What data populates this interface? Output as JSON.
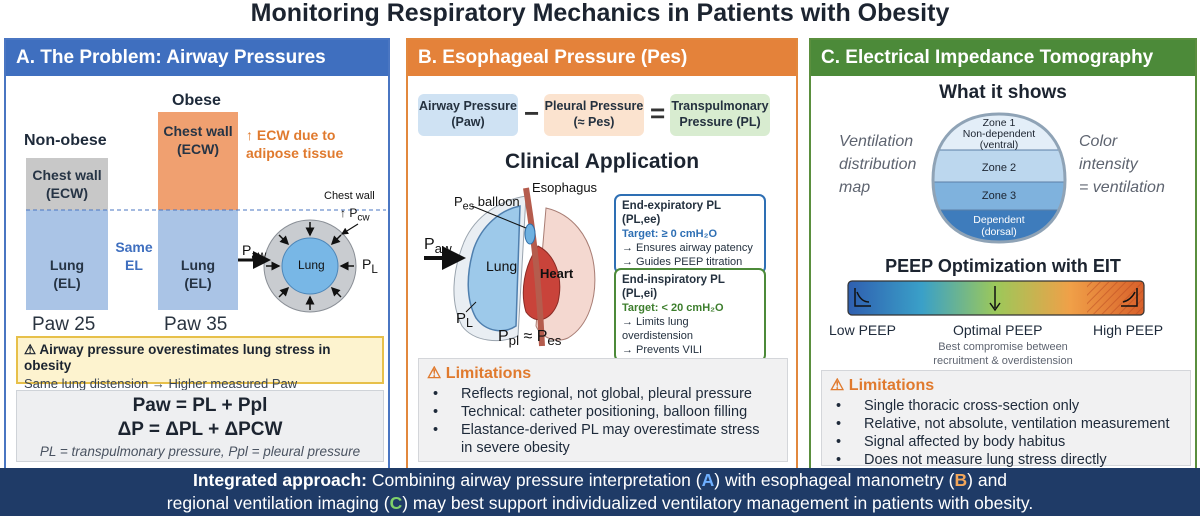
{
  "title": "Monitoring Respiratory Mechanics in Patients with Obesity",
  "panelA": {
    "header": "A.  The Problem: Airway Pressures",
    "non_obese_label": "Non-obese",
    "obese_label": "Obese",
    "chest_wall": "Chest wall",
    "ecw": "(ECW)",
    "lung": "Lung",
    "el": "(EL)",
    "same": "Same",
    "same_el": "EL",
    "ecw_note_1": "↑ ECW due to",
    "ecw_note_2": "adipose tissue",
    "paw_25": "Paw 25",
    "paw_35": "Paw 35",
    "diagram_chest_wall": "Chest wall",
    "diagram_pcw": "↑ P",
    "diagram_pcw_sub": "cw",
    "diagram_paw": "P",
    "diagram_paw_sub": "aw",
    "diagram_lung": "Lung",
    "diagram_pl": "P",
    "diagram_pl_sub": "L",
    "warning_title": "⚠ Airway pressure overestimates lung stress in obesity",
    "warning_text": "Same lung distension → Higher measured Paw",
    "eq1": "Paw = PL + Ppl",
    "eq2": "ΔP = ΔPL + ΔPCW",
    "eq_note": "PL = transpulmonary pressure, Ppl = pleural pressure",
    "colors": {
      "chest_wall_gray": "#c8c8c8",
      "chest_wall_orange": "#f0a070",
      "lung_blue": "#aac4e6",
      "note_orange": "#e07a2e",
      "same_blue": "#3f6fbf"
    }
  },
  "panelB": {
    "header": "B.  Esophageal Pressure (Pes)",
    "airway_1": "Airway Pressure",
    "airway_2": "(Paw)",
    "minus": "−",
    "pleural_1": "Pleural Pressure",
    "pleural_2": "(≈ Pes)",
    "equals": "=",
    "transp_1": "Transpulmonary",
    "transp_2": "Pressure (PL)",
    "clinical": "Clinical Application",
    "pes_balloon": "P",
    "pes_balloon_sub": "es",
    "pes_balloon_rest": " balloon",
    "esophagus": "Esophagus",
    "paw": "P",
    "paw_sub": "aw",
    "lung": "Lung",
    "heart": "Heart",
    "pl": "P",
    "pl_sub": "L",
    "ppl_eq_1": "P",
    "ppl_sub": "pl",
    "ppl_eq_2": " ≈ P",
    "pes_sub": "es",
    "ee_title": "End-expiratory PL (PL,ee)",
    "ee_target": "Target: ≥ 0 cmH₂O",
    "ee_b1": "→ Ensures airway patency",
    "ee_b2": "→ Guides PEEP titration",
    "ei_title": "End-inspiratory PL (PL,ei)",
    "ei_target": "Target: < 20 cmH₂O",
    "ei_b1": "→ Limits lung overdistension",
    "ei_b2": "→ Prevents VILI",
    "lim_title": "⚠ Limitations",
    "lim_items": [
      "Reflects regional, not global, pleural pressure",
      "Technical: catheter positioning, balloon filling",
      "Elastance-derived PL may overestimate stress",
      "in severe obesity"
    ],
    "colors": {
      "ee_border": "#2e6fb4",
      "ee_target": "#2e6fb4",
      "ei_border": "#4c8a39",
      "ei_target": "#3d7e2d"
    }
  },
  "panelC": {
    "header": "C.  Electrical Impedance Tomography",
    "what": "What it shows",
    "left_1": "Ventilation",
    "left_2": "distribution",
    "left_3": "map",
    "right_1": "Color",
    "right_2": "intensity",
    "right_3": "= ventilation",
    "zone1": "Zone 1",
    "zone1_sub1": "Non-dependent",
    "zone1_sub2": "(ventral)",
    "zone2": "Zone 2",
    "zone3": "Zone 3",
    "dep1": "Dependent",
    "dep2": "(dorsal)",
    "peep_title": "PEEP Optimization with EIT",
    "low": "Low PEEP",
    "optimal": "Optimal PEEP",
    "high": "High PEEP",
    "compromise_1": "Best compromise between",
    "compromise_2": "recruitment & overdistension",
    "lim_title": "⚠ Limitations",
    "lim_items": [
      "Single thoracic cross-section only",
      "Relative, not absolute, ventilation measurement",
      "Signal affected by body habitus",
      "Does not measure lung stress directly"
    ]
  },
  "footer": {
    "bold": "Integrated approach:",
    "t1": " Combining airway pressure interpretation (",
    "a": "A",
    "t2": ") with esophageal manometry (",
    "b": "B",
    "t3": ") and",
    "t4": "regional ventilation imaging (",
    "c": "C",
    "t5": ") may best support individualized ventilatory management in patients with obesity."
  }
}
